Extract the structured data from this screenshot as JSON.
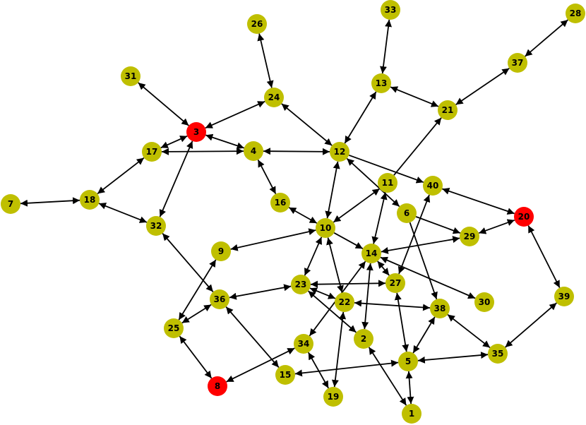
{
  "graph": {
    "directed": true,
    "colors": {
      "default_node": "#bfbf00",
      "highlight_node": "#ff0000",
      "edge": "#000000"
    },
    "nodes": [
      {
        "id": "1"
      },
      {
        "id": "2"
      },
      {
        "id": "3",
        "highlight": true
      },
      {
        "id": "4"
      },
      {
        "id": "5"
      },
      {
        "id": "6"
      },
      {
        "id": "7"
      },
      {
        "id": "8",
        "highlight": true
      },
      {
        "id": "9"
      },
      {
        "id": "10"
      },
      {
        "id": "11"
      },
      {
        "id": "12"
      },
      {
        "id": "13"
      },
      {
        "id": "14"
      },
      {
        "id": "15"
      },
      {
        "id": "16"
      },
      {
        "id": "17"
      },
      {
        "id": "18"
      },
      {
        "id": "19"
      },
      {
        "id": "20",
        "highlight": true
      },
      {
        "id": "21"
      },
      {
        "id": "22"
      },
      {
        "id": "23"
      },
      {
        "id": "24"
      },
      {
        "id": "25"
      },
      {
        "id": "26"
      },
      {
        "id": "27"
      },
      {
        "id": "28"
      },
      {
        "id": "29"
      },
      {
        "id": "30"
      },
      {
        "id": "31"
      },
      {
        "id": "32"
      },
      {
        "id": "33"
      },
      {
        "id": "34"
      },
      {
        "id": "35"
      },
      {
        "id": "36"
      },
      {
        "id": "37"
      },
      {
        "id": "38"
      },
      {
        "id": "39"
      },
      {
        "id": "40"
      }
    ],
    "edges": [
      {
        "from": "24",
        "to": "26",
        "arrows": "both"
      },
      {
        "from": "3",
        "to": "24",
        "arrows": "both"
      },
      {
        "from": "3",
        "to": "31",
        "arrows": "both"
      },
      {
        "from": "3",
        "to": "17",
        "arrows": "both"
      },
      {
        "from": "3",
        "to": "4",
        "arrows": "both"
      },
      {
        "from": "3",
        "to": "32",
        "arrows": "both"
      },
      {
        "from": "17",
        "to": "4",
        "arrows": "both"
      },
      {
        "from": "17",
        "to": "18",
        "arrows": "both"
      },
      {
        "from": "7",
        "to": "18",
        "arrows": "both"
      },
      {
        "from": "18",
        "to": "32",
        "arrows": "both"
      },
      {
        "from": "4",
        "to": "12",
        "arrows": "both"
      },
      {
        "from": "4",
        "to": "16",
        "arrows": "both"
      },
      {
        "from": "24",
        "to": "12",
        "arrows": "both"
      },
      {
        "from": "12",
        "to": "13",
        "arrows": "both"
      },
      {
        "from": "13",
        "to": "33",
        "arrows": "both"
      },
      {
        "from": "13",
        "to": "21",
        "arrows": "both"
      },
      {
        "from": "21",
        "to": "37",
        "arrows": "both"
      },
      {
        "from": "37",
        "to": "28",
        "arrows": "both"
      },
      {
        "from": "12",
        "to": "40",
        "arrows": "end"
      },
      {
        "from": "12",
        "to": "10",
        "arrows": "both"
      },
      {
        "from": "12",
        "to": "6",
        "arrows": "both"
      },
      {
        "from": "11",
        "to": "21",
        "arrows": "end"
      },
      {
        "from": "11",
        "to": "10",
        "arrows": "both"
      },
      {
        "from": "11",
        "to": "14",
        "arrows": "both"
      },
      {
        "from": "16",
        "to": "10",
        "arrows": "both"
      },
      {
        "from": "40",
        "to": "20",
        "arrows": "both"
      },
      {
        "from": "40",
        "to": "27",
        "arrows": "both"
      },
      {
        "from": "6",
        "to": "29",
        "arrows": "end"
      },
      {
        "from": "6",
        "to": "38",
        "arrows": "end"
      },
      {
        "from": "29",
        "to": "20",
        "arrows": "both"
      },
      {
        "from": "14",
        "to": "29",
        "arrows": "both"
      },
      {
        "from": "20",
        "to": "39",
        "arrows": "both"
      },
      {
        "from": "10",
        "to": "9",
        "arrows": "both"
      },
      {
        "from": "10",
        "to": "14",
        "arrows": "end"
      },
      {
        "from": "10",
        "to": "23",
        "arrows": "both"
      },
      {
        "from": "10",
        "to": "22",
        "arrows": "both"
      },
      {
        "from": "32",
        "to": "36",
        "arrows": "both"
      },
      {
        "from": "14",
        "to": "27",
        "arrows": "both"
      },
      {
        "from": "14",
        "to": "30",
        "arrows": "both"
      },
      {
        "from": "14",
        "to": "2",
        "arrows": "both"
      },
      {
        "from": "14",
        "to": "34",
        "arrows": "both"
      },
      {
        "from": "23",
        "to": "27",
        "arrows": "both"
      },
      {
        "from": "23",
        "to": "36",
        "arrows": "both"
      },
      {
        "from": "23",
        "to": "22",
        "arrows": "both"
      },
      {
        "from": "23",
        "to": "2",
        "arrows": "both"
      },
      {
        "from": "22",
        "to": "38",
        "arrows": "both"
      },
      {
        "from": "22",
        "to": "19",
        "arrows": "both"
      },
      {
        "from": "9",
        "to": "25",
        "arrows": "both"
      },
      {
        "from": "36",
        "to": "25",
        "arrows": "both"
      },
      {
        "from": "36",
        "to": "15",
        "arrows": "both"
      },
      {
        "from": "25",
        "to": "8",
        "arrows": "both"
      },
      {
        "from": "8",
        "to": "34",
        "arrows": "both"
      },
      {
        "from": "34",
        "to": "19",
        "arrows": "both"
      },
      {
        "from": "27",
        "to": "5",
        "arrows": "both"
      },
      {
        "from": "38",
        "to": "5",
        "arrows": "both"
      },
      {
        "from": "38",
        "to": "35",
        "arrows": "both"
      },
      {
        "from": "15",
        "to": "5",
        "arrows": "both"
      },
      {
        "from": "5",
        "to": "35",
        "arrows": "both"
      },
      {
        "from": "5",
        "to": "1",
        "arrows": "both"
      },
      {
        "from": "2",
        "to": "1",
        "arrows": "both"
      },
      {
        "from": "35",
        "to": "39",
        "arrows": "both"
      }
    ]
  }
}
